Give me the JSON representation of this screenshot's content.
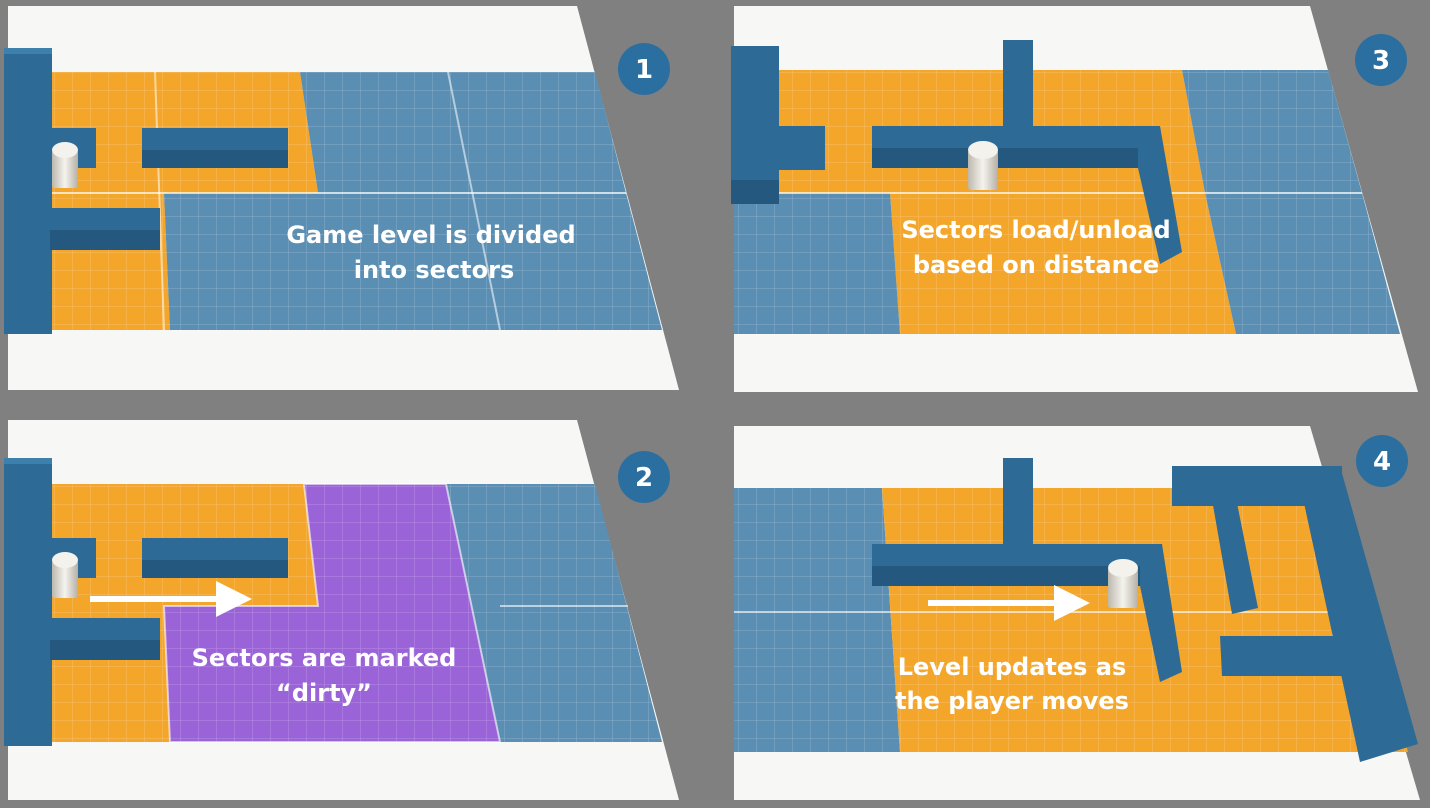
{
  "panels": [
    {
      "number": "1",
      "caption_lines": [
        "Game level is divided",
        "into sectors"
      ]
    },
    {
      "number": "2",
      "caption_lines": [
        "Sectors are marked",
        "“dirty”"
      ]
    },
    {
      "number": "3",
      "caption_lines": [
        "Sectors load/unload",
        "based on distance"
      ]
    },
    {
      "number": "4",
      "caption_lines": [
        "Level updates as",
        "the player moves"
      ]
    }
  ],
  "colors": {
    "background": "#808080",
    "floor": "#f7f7f5",
    "sector_active": "#f4a62a",
    "sector_inactive": "#5a8fb3",
    "sector_dirty": "#9b63d8",
    "wall": "#2e6a96",
    "wall_dark": "#24587f",
    "badge": "#2b6fa0",
    "player": "#e9e6de",
    "arrow": "#ffffff"
  }
}
